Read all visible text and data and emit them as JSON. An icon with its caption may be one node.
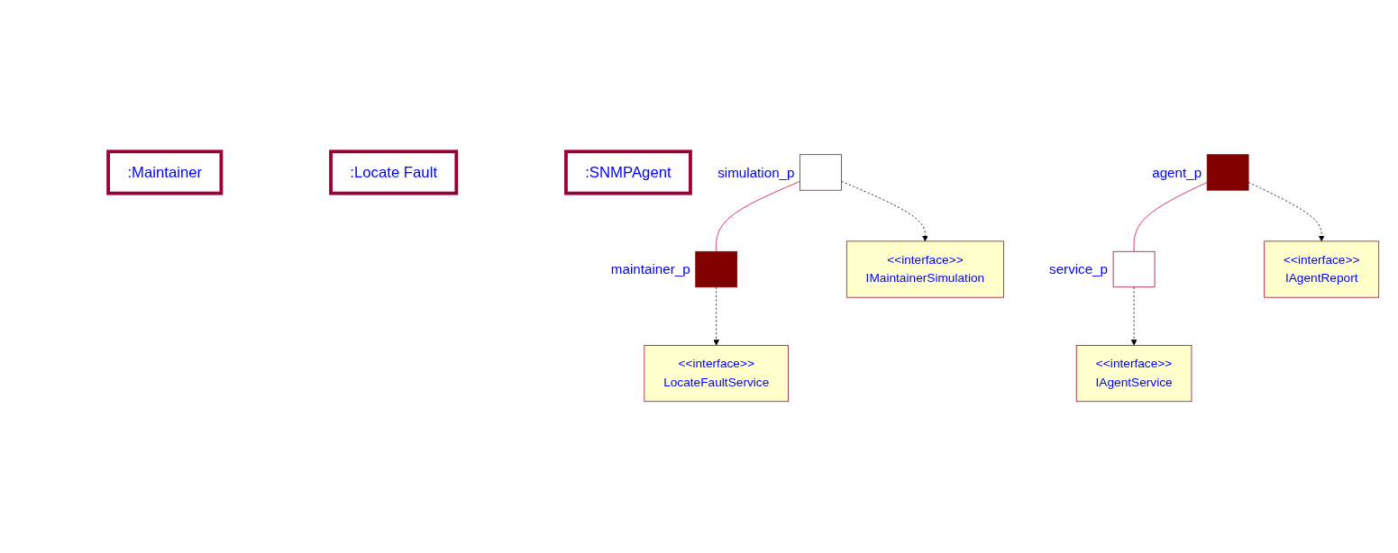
{
  "diagram": {
    "nodes": [
      {
        "text": [
          ":Maintainer"
        ]
      },
      {
        "text": [
          ":Locate Fault"
        ]
      },
      {
        "text": [
          ":SNMPAgent"
        ]
      },
      {
        "text": [],
        "shape": "box",
        "beside": [
          "simulation_p"
        ]
      },
      {
        "text": [],
        "shape": "box",
        "beside": [
          "maintainer_p"
        ]
      },
      {
        "text": [],
        "shape": "box",
        "beside": [
          "agent_p"
        ]
      },
      {
        "text": [],
        "shape": "box",
        "beside": [
          "service_p"
        ]
      },
      {
        "text": [
          "<<interface>>",
          "IMaintainerSimulation"
        ]
      },
      {
        "text": [
          "<<interface>>",
          "IAgentService"
        ]
      },
      {
        "text": [
          "<<interface>>",
          "LocateFaultService"
        ]
      },
      {
        "text": [
          "<<interface>>",
          "IAgentReport"
        ]
      }
    ],
    "edges": [
      {
        "from": 3,
        "to": 4,
        "arrow": "none",
        "color": "#cc0033"
      },
      {
        "from": 5,
        "to": 6,
        "arrow": "none",
        "color": "#cc0033"
      },
      {
        "from": 3,
        "to": 7,
        "arrow": "to",
        "style": "dashed"
      },
      {
        "from": 4,
        "to": 9,
        "arrow": "to",
        "style": "dashed"
      },
      {
        "from": 5,
        "to": 10,
        "arrow": "to",
        "style": "dashed"
      },
      {
        "from": 6,
        "to": 8,
        "arrow": "to",
        "style": "dashed"
      }
    ]
  }
}
